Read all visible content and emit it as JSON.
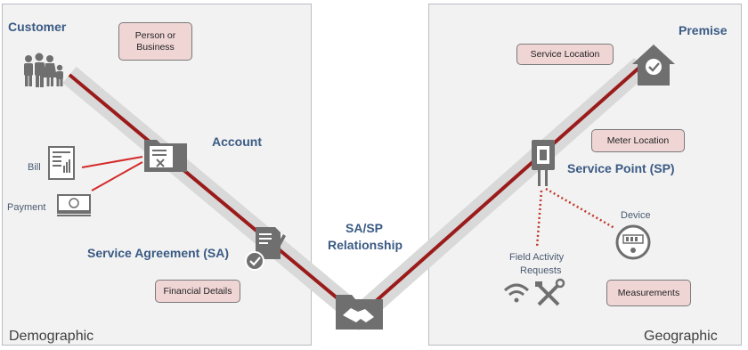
{
  "panels": {
    "left_corner": "Demographic",
    "right_corner": "Geographic"
  },
  "labels": {
    "customer": "Customer",
    "account": "Account",
    "service_agreement": "Service Agreement (SA)",
    "sa_sp_line1": "SA/SP",
    "sa_sp_line2": "Relationship",
    "service_point": "Service Point (SP)",
    "premise": "Premise",
    "bill": "Bill",
    "payment": "Payment",
    "device": "Device",
    "field_activity_line1": "Field Activity",
    "field_activity_line2": "Requests"
  },
  "callouts": {
    "person_or_business_line1": "Person or",
    "person_or_business_line2": "Business",
    "financial_details": "Financial Details",
    "service_location": "Service Location",
    "meter_location": "Meter Location",
    "measurements": "Measurements"
  },
  "colors": {
    "panel_bg": "#f2f2f2",
    "band": "#d9d9d9",
    "path_line": "#9b1b1b",
    "icon_gray": "#6f6f6f",
    "label_blue": "#3a5a84",
    "callout_fill": "#f0d5d5"
  }
}
